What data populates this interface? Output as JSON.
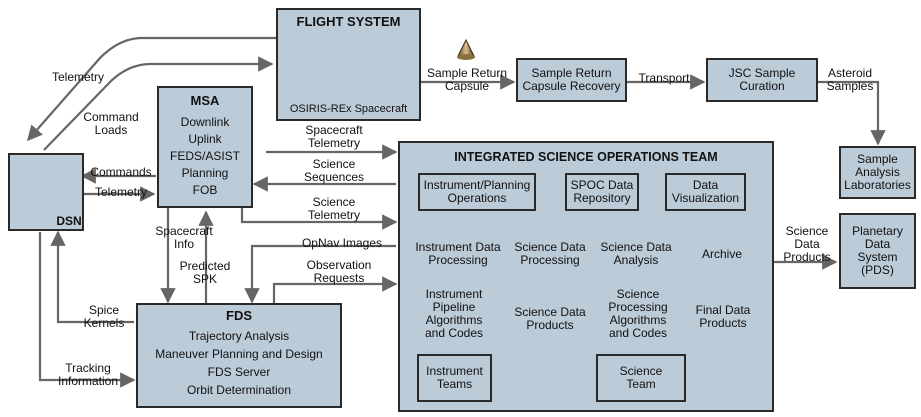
{
  "flight_system": {
    "title": "FLIGHT SYSTEM",
    "caption": "OSIRIS-REx Spacecraft"
  },
  "msa": {
    "title": "MSA",
    "items": [
      "Downlink",
      "Uplink",
      "FEDS/ASIST",
      "Planning",
      "FOB"
    ]
  },
  "dsn": {
    "title": "DSN"
  },
  "fds": {
    "title": "FDS",
    "items": [
      "Trajectory Analysis",
      "Maneuver Planning and Design",
      "FDS Server",
      "Orbit Determination"
    ]
  },
  "isot": {
    "title": "INTEGRATED SCIENCE OPERATIONS TEAM",
    "instrument_planning": "Instrument/Planning\nOperations",
    "spoc": "SPOC Data\nRepository",
    "visualization": "Data\nVisualization",
    "instrument_processing": "Instrument Data\nProcessing",
    "science_processing": "Science Data\nProcessing",
    "science_analysis": "Science Data\nAnalysis",
    "archive": "Archive",
    "pipeline": "Instrument\nPipeline\nAlgorithms\nand Codes",
    "science_products": "Science Data\nProducts",
    "science_algorithms": "Science\nProcessing\nAlgorithms\nand Codes",
    "final_products": "Final Data\nProducts",
    "instrument_teams": "Instrument\nTeams",
    "science_team": "Science\nTeam"
  },
  "sample_chain": {
    "return_capsule_label": "Sample Return\nCapsule",
    "capsule_recovery": "Sample Return\nCapsule Recovery",
    "transport_label": "Transport",
    "jsc_curation": "JSC Sample\nCuration",
    "asteroid_samples_label": "Asteroid\nSamples",
    "analysis_labs": "Sample\nAnalysis\nLaboratories"
  },
  "pds": {
    "label": "Planetary\nData\nSystem\n(PDS)"
  },
  "flows": {
    "telemetry_top": "Telemetry",
    "command_loads": "Command\nLoads",
    "commands": "Commands",
    "telemetry_dsn": "Telemetry",
    "spacecraft_telemetry": "Spacecraft\nTelemetry",
    "science_sequences": "Science\nSequences",
    "science_telemetry": "Science\nTelemetry",
    "spacecraft_info": "Spacecraft\nInfo",
    "predicted_spk": "Predicted\nSPK",
    "opnav_images": "OpNav Images",
    "observation_requests": "Observation\nRequests",
    "spice_kernels": "Spice\nKernels",
    "tracking_information": "Tracking\nInformation",
    "science_data_products": "Science\nData\nProducts"
  }
}
